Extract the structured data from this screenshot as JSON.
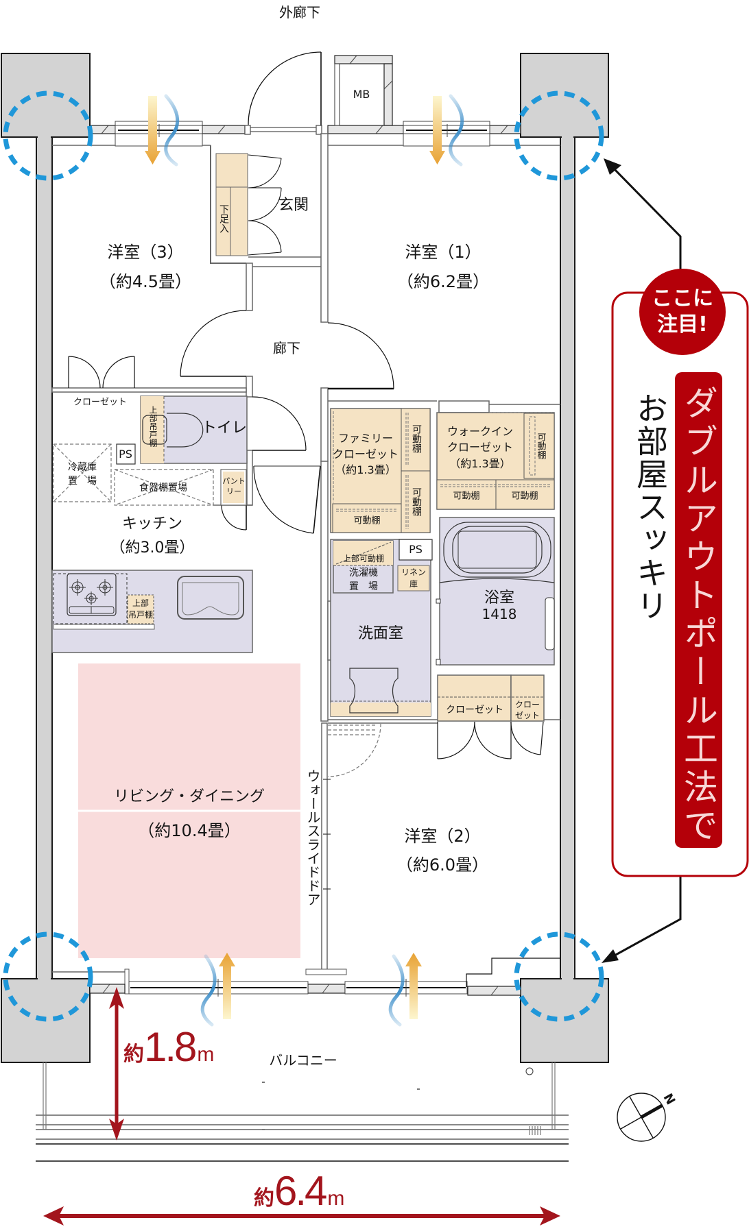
{
  "header": {
    "outer_corridor": "外廊下"
  },
  "labels": {
    "mb": "MB",
    "entrance": "玄関",
    "shoe_storage": "下足入",
    "hallway": "廊下",
    "room3": {
      "name": "洋室（3）",
      "size": "（約4.5畳）"
    },
    "room1": {
      "name": "洋室（1）",
      "size": "（約6.2畳）"
    },
    "room2": {
      "name": "洋室（2）",
      "size": "（約6.0畳）"
    },
    "closet_room3": "クローゼット",
    "toilet_upper_cabinet": "上部吊戸棚",
    "toilet": "トイレ",
    "ps_kitchen": "PS",
    "fridge_space": [
      "冷蔵庫",
      "置　場"
    ],
    "dish_shelf_space": "食器棚置場",
    "pantry": [
      "パント",
      "リー"
    ],
    "kitchen": {
      "name": "キッチン",
      "size": "（約3.0畳）"
    },
    "kitchen_upper_cabinet": [
      "上部",
      "吊戸棚"
    ],
    "family_closet": {
      "name": [
        "ファミリー",
        "クローゼット"
      ],
      "size": "（約1.3畳）"
    },
    "walkin_closet": {
      "name": [
        "ウォークイン",
        "クローゼット"
      ],
      "size": "（約1.3畳）"
    },
    "movable_shelf": "可動棚",
    "ps_wash": "PS",
    "washer_space": {
      "upper": "上部可動棚",
      "name": [
        "洗濯機",
        "置　場"
      ]
    },
    "linen_storage": [
      "リネン",
      "庫"
    ],
    "bathroom": {
      "name": "浴室",
      "size": "1418"
    },
    "washroom": "洗面室",
    "closet_room2_main": "クローゼット",
    "closet_room2_small": [
      "クロー",
      "ゼット"
    ],
    "living_dining": {
      "name": "リビング・ダイニング",
      "size": "（約10.4畳）"
    },
    "wall_slide_door": "ウォールスライドドア",
    "balcony": "バルコニー"
  },
  "dimensions": {
    "balcony_depth": {
      "prefix": "約",
      "value": "1.8",
      "unit": "m"
    },
    "frontage_width": {
      "prefix": "約",
      "value": "6.4",
      "unit": "m"
    }
  },
  "callout": {
    "badge": [
      "ここに",
      "注目!"
    ],
    "highlight": "ダブルアウトポール工法で",
    "slogan": "お部屋スッキリ"
  },
  "compass": {
    "north_label": "N"
  },
  "icons": {
    "pillar_marker": "dashed-circle",
    "airflow": "gradient-arrow-with-wave",
    "compass": "north-compass"
  },
  "colors": {
    "wall": "#d3d3d3",
    "storage": "#f5e3c4",
    "wet_area": "#dedcea",
    "living_area": "#f9dcdc",
    "accent_red": "#b40009",
    "dimension_red": "#a3151d",
    "pillar_circle": "#1f97d9",
    "airflow_arrow": "#e8a234",
    "airflow_wave": "#3d8ec9"
  }
}
